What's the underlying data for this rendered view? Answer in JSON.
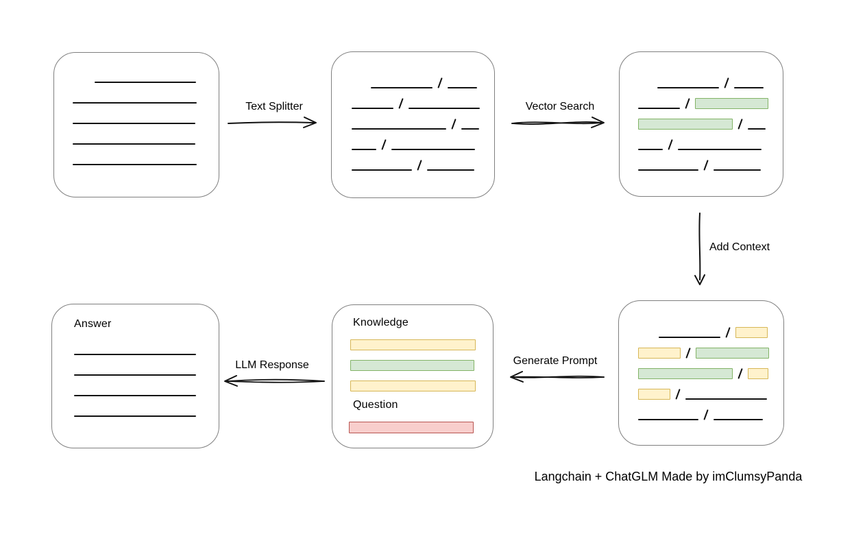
{
  "caption": {
    "text": "Langchain + ChatGLM Made by imClumsyPanda"
  },
  "colors": {
    "green_fill": "#d5e8d4",
    "green_border": "#82b366",
    "yellow_fill": "#fff2cc",
    "yellow_border": "#d6b656",
    "red_fill": "#f8cecc",
    "red_border": "#b85450",
    "box_border": "#7f7f7f",
    "line": "#111111"
  },
  "arrows": {
    "text_splitter": {
      "label": "Text Splitter",
      "direction": "right"
    },
    "vector_search": {
      "label": "Vector Search",
      "direction": "right"
    },
    "add_context": {
      "label": "Add Context",
      "direction": "down"
    },
    "generate_prompt": {
      "label": "Generate Prompt",
      "direction": "left"
    },
    "llm_response": {
      "label": "LLM Response",
      "direction": "left"
    }
  },
  "boxes": {
    "source_document": {
      "rows": [
        {
          "indent": 32,
          "segments": [
            {
              "kind": "line",
              "w": 148
            }
          ]
        },
        {
          "segments": [
            {
              "kind": "line",
              "w": 181
            }
          ]
        },
        {
          "segments": [
            {
              "kind": "line",
              "w": 179
            }
          ]
        },
        {
          "segments": [
            {
              "kind": "line",
              "w": 179
            }
          ]
        },
        {
          "segments": [
            {
              "kind": "line",
              "w": 181
            }
          ]
        }
      ]
    },
    "split_text": {
      "rows": [
        {
          "indent": 28,
          "segments": [
            {
              "kind": "line",
              "w": 90
            },
            {
              "kind": "slash"
            },
            {
              "kind": "line",
              "w": 43
            }
          ]
        },
        {
          "segments": [
            {
              "kind": "line",
              "w": 61
            },
            {
              "kind": "slash"
            },
            {
              "kind": "line",
              "w": 104
            }
          ]
        },
        {
          "segments": [
            {
              "kind": "line",
              "w": 138
            },
            {
              "kind": "slash"
            },
            {
              "kind": "line",
              "w": 26
            }
          ]
        },
        {
          "segments": [
            {
              "kind": "line",
              "w": 36
            },
            {
              "kind": "slash"
            },
            {
              "kind": "line",
              "w": 122
            }
          ]
        },
        {
          "segments": [
            {
              "kind": "line",
              "w": 88
            },
            {
              "kind": "slash"
            },
            {
              "kind": "line",
              "w": 69
            }
          ]
        }
      ]
    },
    "vector_matched": {
      "rows": [
        {
          "indent": 28,
          "segments": [
            {
              "kind": "line",
              "w": 90
            },
            {
              "kind": "slash"
            },
            {
              "kind": "line",
              "w": 43
            }
          ]
        },
        {
          "segments": [
            {
              "kind": "line",
              "w": 61
            },
            {
              "kind": "slash"
            },
            {
              "kind": "chunk",
              "color": "green",
              "w": 107
            }
          ]
        },
        {
          "segments": [
            {
              "kind": "chunk",
              "color": "green",
              "w": 138
            },
            {
              "kind": "slash"
            },
            {
              "kind": "line",
              "w": 26
            }
          ]
        },
        {
          "segments": [
            {
              "kind": "line",
              "w": 36
            },
            {
              "kind": "slash"
            },
            {
              "kind": "line",
              "w": 122
            }
          ]
        },
        {
          "segments": [
            {
              "kind": "line",
              "w": 88
            },
            {
              "kind": "slash"
            },
            {
              "kind": "line",
              "w": 69
            }
          ]
        }
      ]
    },
    "context_chunks": {
      "rows": [
        {
          "indent": 30,
          "segments": [
            {
              "kind": "line",
              "w": 90
            },
            {
              "kind": "slash"
            },
            {
              "kind": "chunk",
              "color": "yellow",
              "w": 47
            }
          ]
        },
        {
          "segments": [
            {
              "kind": "chunk",
              "color": "yellow",
              "w": 62
            },
            {
              "kind": "slash"
            },
            {
              "kind": "chunk",
              "color": "green",
              "w": 107
            }
          ]
        },
        {
          "segments": [
            {
              "kind": "chunk",
              "color": "green",
              "w": 138
            },
            {
              "kind": "slash"
            },
            {
              "kind": "chunk",
              "color": "yellow",
              "w": 30
            }
          ]
        },
        {
          "segments": [
            {
              "kind": "chunk",
              "color": "yellow",
              "w": 47
            },
            {
              "kind": "slash"
            },
            {
              "kind": "line",
              "w": 119
            }
          ]
        },
        {
          "segments": [
            {
              "kind": "line",
              "w": 88
            },
            {
              "kind": "slash"
            },
            {
              "kind": "line",
              "w": 72
            }
          ]
        }
      ]
    },
    "prompt": {
      "knowledge_label": "Knowledge",
      "question_label": "Question",
      "knowledge_bars": [
        {
          "color": "yellow",
          "w": 183,
          "h": 16
        },
        {
          "color": "green",
          "w": 181,
          "h": 16
        },
        {
          "color": "yellow",
          "w": 183,
          "h": 16
        }
      ],
      "question_bars": [
        {
          "color": "red",
          "w": 182,
          "h": 17
        }
      ]
    },
    "answer": {
      "label": "Answer",
      "rows": [
        {
          "segments": [
            {
              "kind": "line",
              "w": 178
            }
          ]
        },
        {
          "segments": [
            {
              "kind": "line",
              "w": 178
            }
          ]
        },
        {
          "segments": [
            {
              "kind": "line",
              "w": 178
            }
          ]
        },
        {
          "segments": [
            {
              "kind": "line",
              "w": 178
            }
          ]
        }
      ]
    }
  }
}
